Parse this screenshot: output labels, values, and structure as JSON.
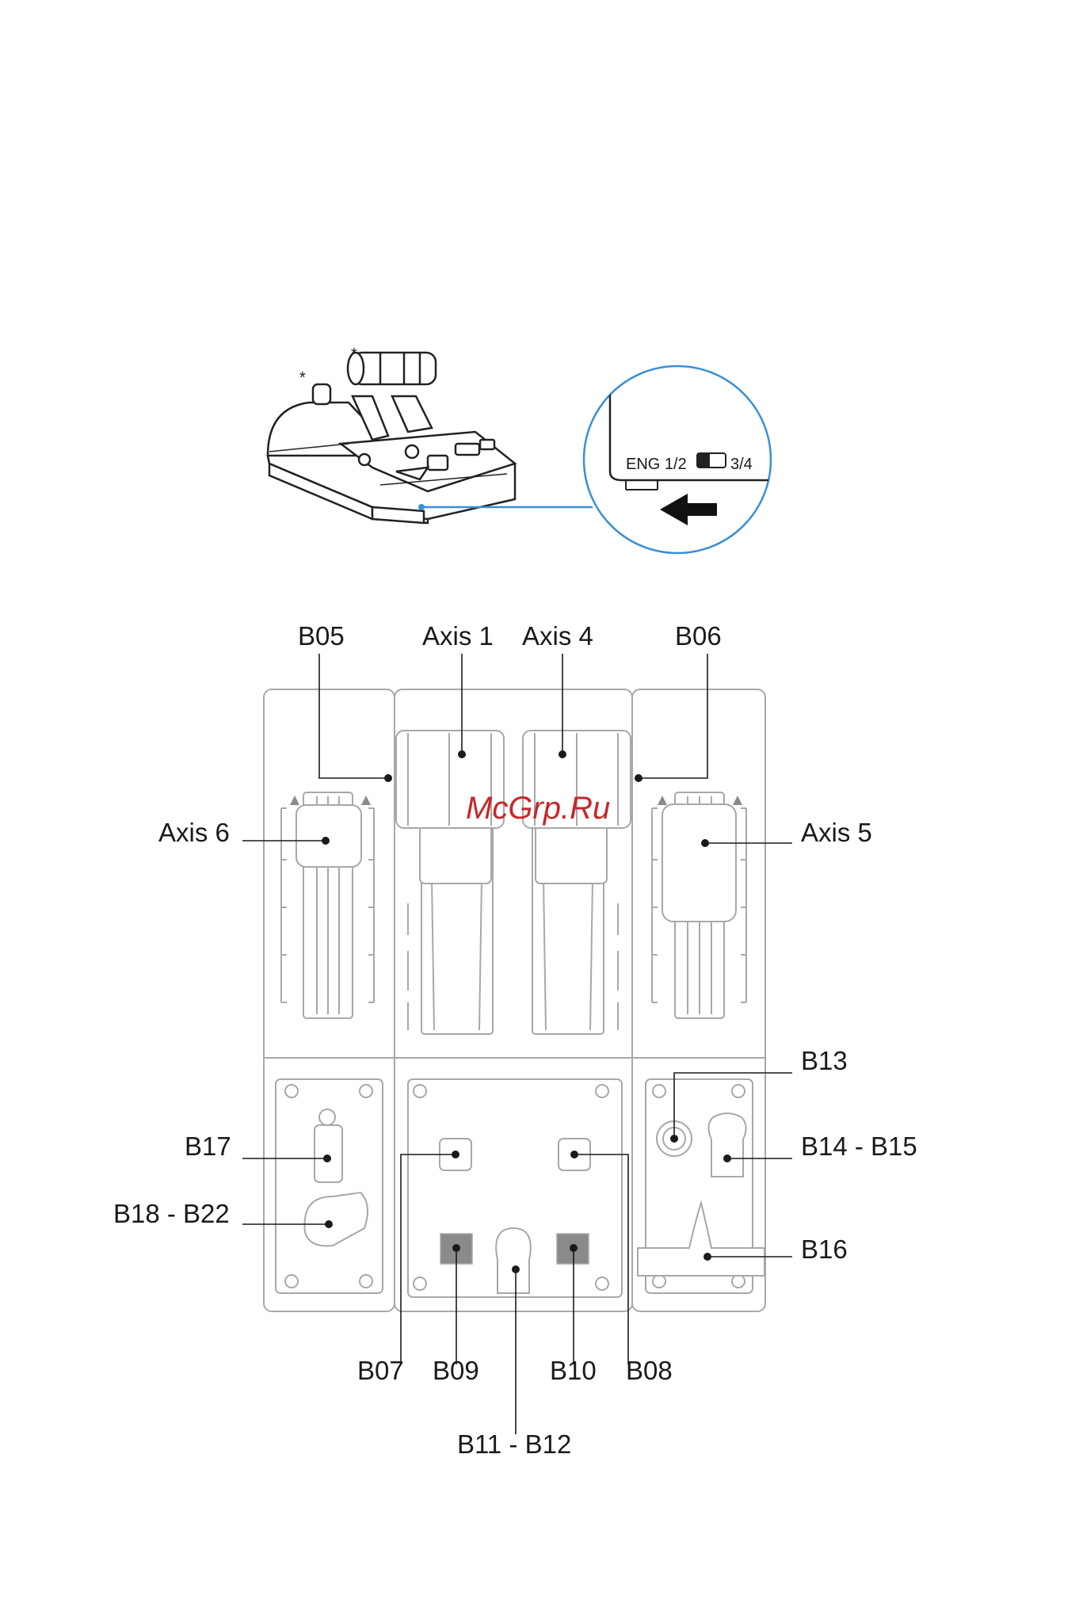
{
  "top_view": {
    "asterisk_left": "*",
    "asterisk_top": "*",
    "switch_left": "ENG 1/2",
    "switch_right": "3/4"
  },
  "watermark": "McGrp.Ru",
  "labels": {
    "b05": "B05",
    "axis1": "Axis 1",
    "axis4": "Axis 4",
    "b06": "B06",
    "axis6": "Axis 6",
    "axis5": "Axis 5",
    "b13": "B13",
    "b17": "B17",
    "b14_b15": "B14 - B15",
    "b18_b22": "B18 - B22",
    "b16": "B16",
    "b07": "B07",
    "b09": "B09",
    "b10": "B10",
    "b08": "B08",
    "b11_b12": "B11 - B12"
  },
  "colors": {
    "callout_blue": "#3a8fd6",
    "watermark_red": "#c62828",
    "line_gray": "#a8a8a8"
  }
}
